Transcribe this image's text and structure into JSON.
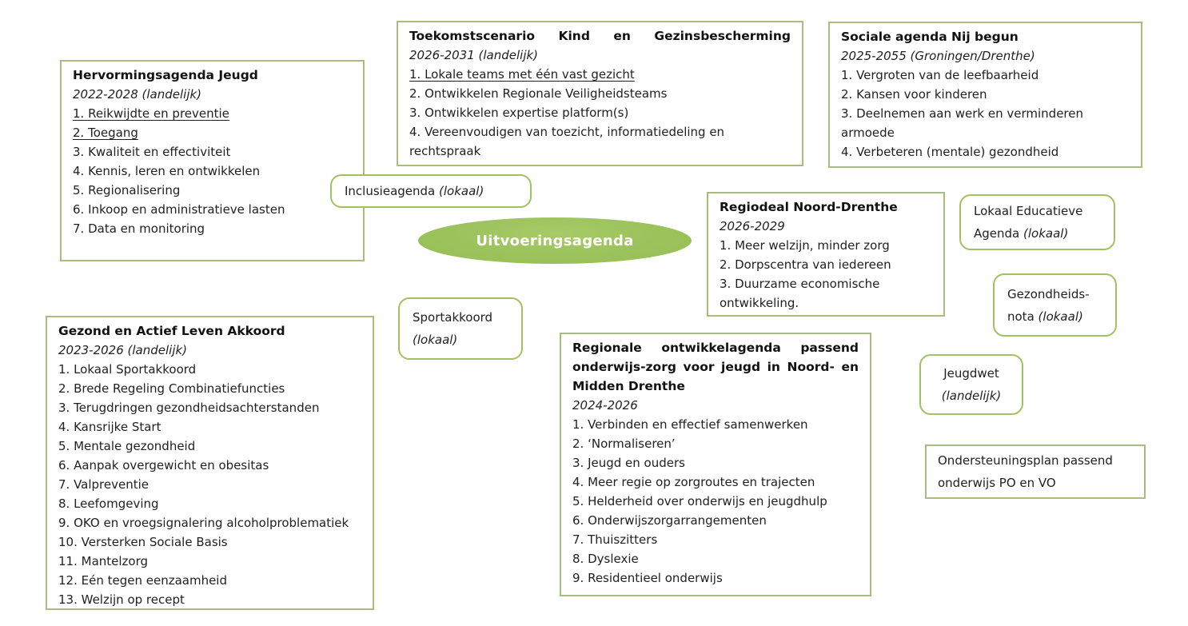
{
  "colors": {
    "card_border": "#a9bd7e",
    "pill_border": "#a2c162",
    "ellipse_fill": "#9cc25c",
    "ellipse_text": "#ffffff",
    "body_text": "#212121"
  },
  "center_ellipse": {
    "label": "Uitvoeringsagenda"
  },
  "agenda_boxes": {
    "hervormingsagenda": {
      "title": "Hervormingsagenda Jeugd",
      "subtitle": "2022-2028 (landelijk)",
      "items": [
        {
          "text": "1. Reikwijdte en preventie",
          "underline": true
        },
        {
          "text": "2. Toegang",
          "underline": true
        },
        {
          "text": "3. Kwaliteit en effectiviteit"
        },
        {
          "text": "4. Kennis, leren en ontwikkelen"
        },
        {
          "text": "5. Regionalisering"
        },
        {
          "text": "6. Inkoop en administratieve lasten"
        },
        {
          "text": "7. Data en monitoring"
        }
      ]
    },
    "toekomstscenario": {
      "title": "Toekomstscenario Kind en Gezinsbescherming",
      "subtitle": "2026-2031 (landelijk)",
      "items": [
        {
          "text": "1. Lokale teams met één vast gezicht",
          "underline": true
        },
        {
          "text": "2. Ontwikkelen Regionale Veiligheidsteams"
        },
        {
          "text": "3. Ontwikkelen expertise platform(s)"
        },
        {
          "text": "4. Vereenvoudigen van toezicht, informatiedeling en rechtspraak"
        }
      ]
    },
    "sociale_agenda": {
      "title": "Sociale agenda Nij begun",
      "subtitle": "2025-2055 (Groningen/Drenthe)",
      "items": [
        {
          "text": "1. Vergroten van de leefbaarheid"
        },
        {
          "text": "2. Kansen voor kinderen"
        },
        {
          "text": "3. Deelnemen aan werk en verminderen armoede"
        },
        {
          "text": "4. Verbeteren (mentale) gezondheid"
        }
      ]
    },
    "regiodeal": {
      "title": "Regiodeal Noord-Drenthe",
      "subtitle": "2026-2029",
      "items": [
        {
          "text": "1. Meer welzijn, minder zorg"
        },
        {
          "text": "2. Dorpscentra van iedereen"
        },
        {
          "text": "3. Duurzame economische ontwikkeling."
        }
      ]
    },
    "gezond_actief": {
      "title": "Gezond en Actief Leven Akkoord",
      "subtitle": "2023-2026 (landelijk)",
      "items": [
        {
          "text": "1. Lokaal Sportakkoord"
        },
        {
          "text": "2. Brede Regeling Combinatiefuncties"
        },
        {
          "text": "3. Terugdringen gezondheidsachterstanden"
        },
        {
          "text": "4. Kansrijke Start"
        },
        {
          "text": "5. Mentale gezondheid"
        },
        {
          "text": "6. Aanpak overgewicht en obesitas"
        },
        {
          "text": "7. Valpreventie"
        },
        {
          "text": "8. Leefomgeving"
        },
        {
          "text": "9. OKO en vroegsignalering alcoholproblematiek"
        },
        {
          "text": "10. Versterken Sociale Basis"
        },
        {
          "text": "11. Mantelzorg"
        },
        {
          "text": "12. Eén tegen eenzaamheid"
        },
        {
          "text": "13. Welzijn op recept"
        }
      ]
    },
    "regionale_ontwikkelagenda": {
      "title": "Regionale ontwikkelagenda passend onderwijs-zorg voor jeugd in Noord- en Midden Drenthe",
      "subtitle": "2024-2026",
      "items": [
        {
          "text": "1. Verbinden en effectief samenwerken"
        },
        {
          "text": "2. ‘Normaliseren’"
        },
        {
          "text": "3. Jeugd en ouders"
        },
        {
          "text": "4. Meer regie op zorgroutes en trajecten"
        },
        {
          "text": "5. Helderheid over onderwijs en jeugdhulp"
        },
        {
          "text": "6. Onderwijszorgarrangementen"
        },
        {
          "text": "7. Thuiszitters"
        },
        {
          "text": "8. Dyslexie"
        },
        {
          "text": "9. Residentieel onderwijs"
        }
      ]
    }
  },
  "label_boxes": {
    "inclusieagenda": {
      "label": "Inclusieagenda",
      "qualifier": "(lokaal)"
    },
    "lokaal_educatieve_agenda": {
      "label": "Lokaal Educatieve Agenda",
      "qualifier": "(lokaal)"
    },
    "gezondheidsnota": {
      "label": "Gezondheids-nota",
      "qualifier": "(lokaal)"
    },
    "sportakkoord": {
      "label": "Sportakkoord",
      "qualifier": "(lokaal)"
    },
    "jeugdwet": {
      "label": "Jeugdwet",
      "qualifier": "(landelijk)"
    },
    "ondersteuningsplan": {
      "label": "Ondersteuningsplan passend onderwijs PO en VO"
    }
  }
}
